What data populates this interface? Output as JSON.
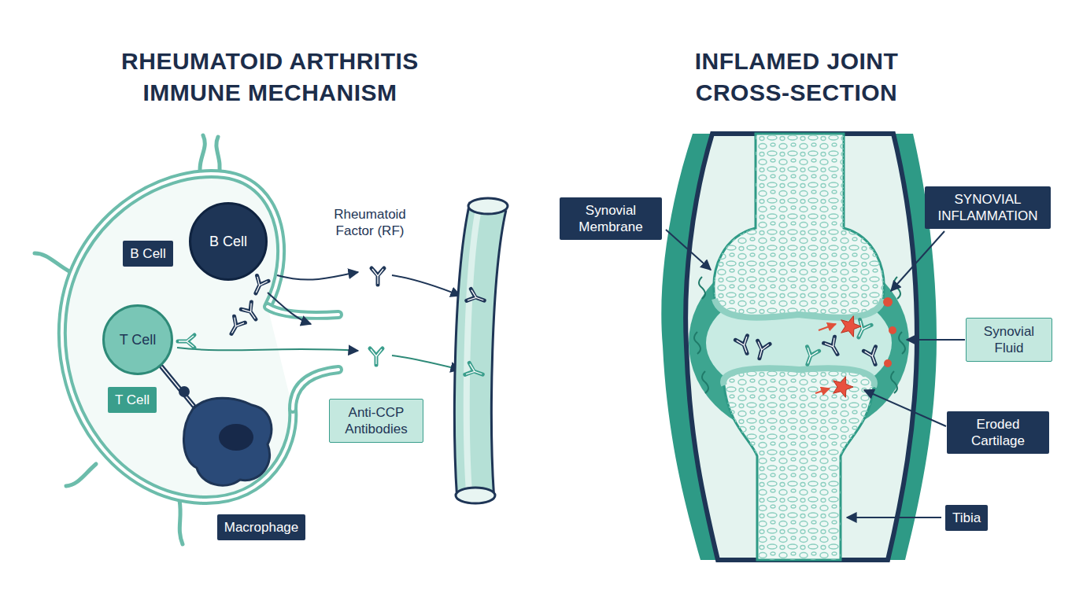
{
  "diagram": {
    "title": "RHEUMATOID ARTHRITIS IMMUNE MECHANISM",
    "nodes": [
      {
        "text": [
          "B Cell"
        ]
      },
      {
        "text": [
          "B Cell"
        ]
      },
      {
        "text": [
          "T Cell"
        ]
      },
      {
        "text": [
          "T Cell"
        ]
      },
      {
        "text": [
          "Anti-CCP Antibodies"
        ]
      },
      {
        "text": [
          "Macrophage"
        ]
      },
      {
        "text": [
          "Synovial Membrane"
        ]
      },
      {
        "text": [
          "SYNOVIAL INFLAMMATION"
        ]
      },
      {
        "text": [
          "Synovial Fluid"
        ]
      },
      {
        "text": [
          "Eroded Cartilage"
        ]
      },
      {
        "text": [
          "Tibia"
        ]
      }
    ],
    "labels": [
      "INFLAMED JOINT CROSS-SECTION",
      "Rheumatoid Factor (RF)"
    ]
  }
}
